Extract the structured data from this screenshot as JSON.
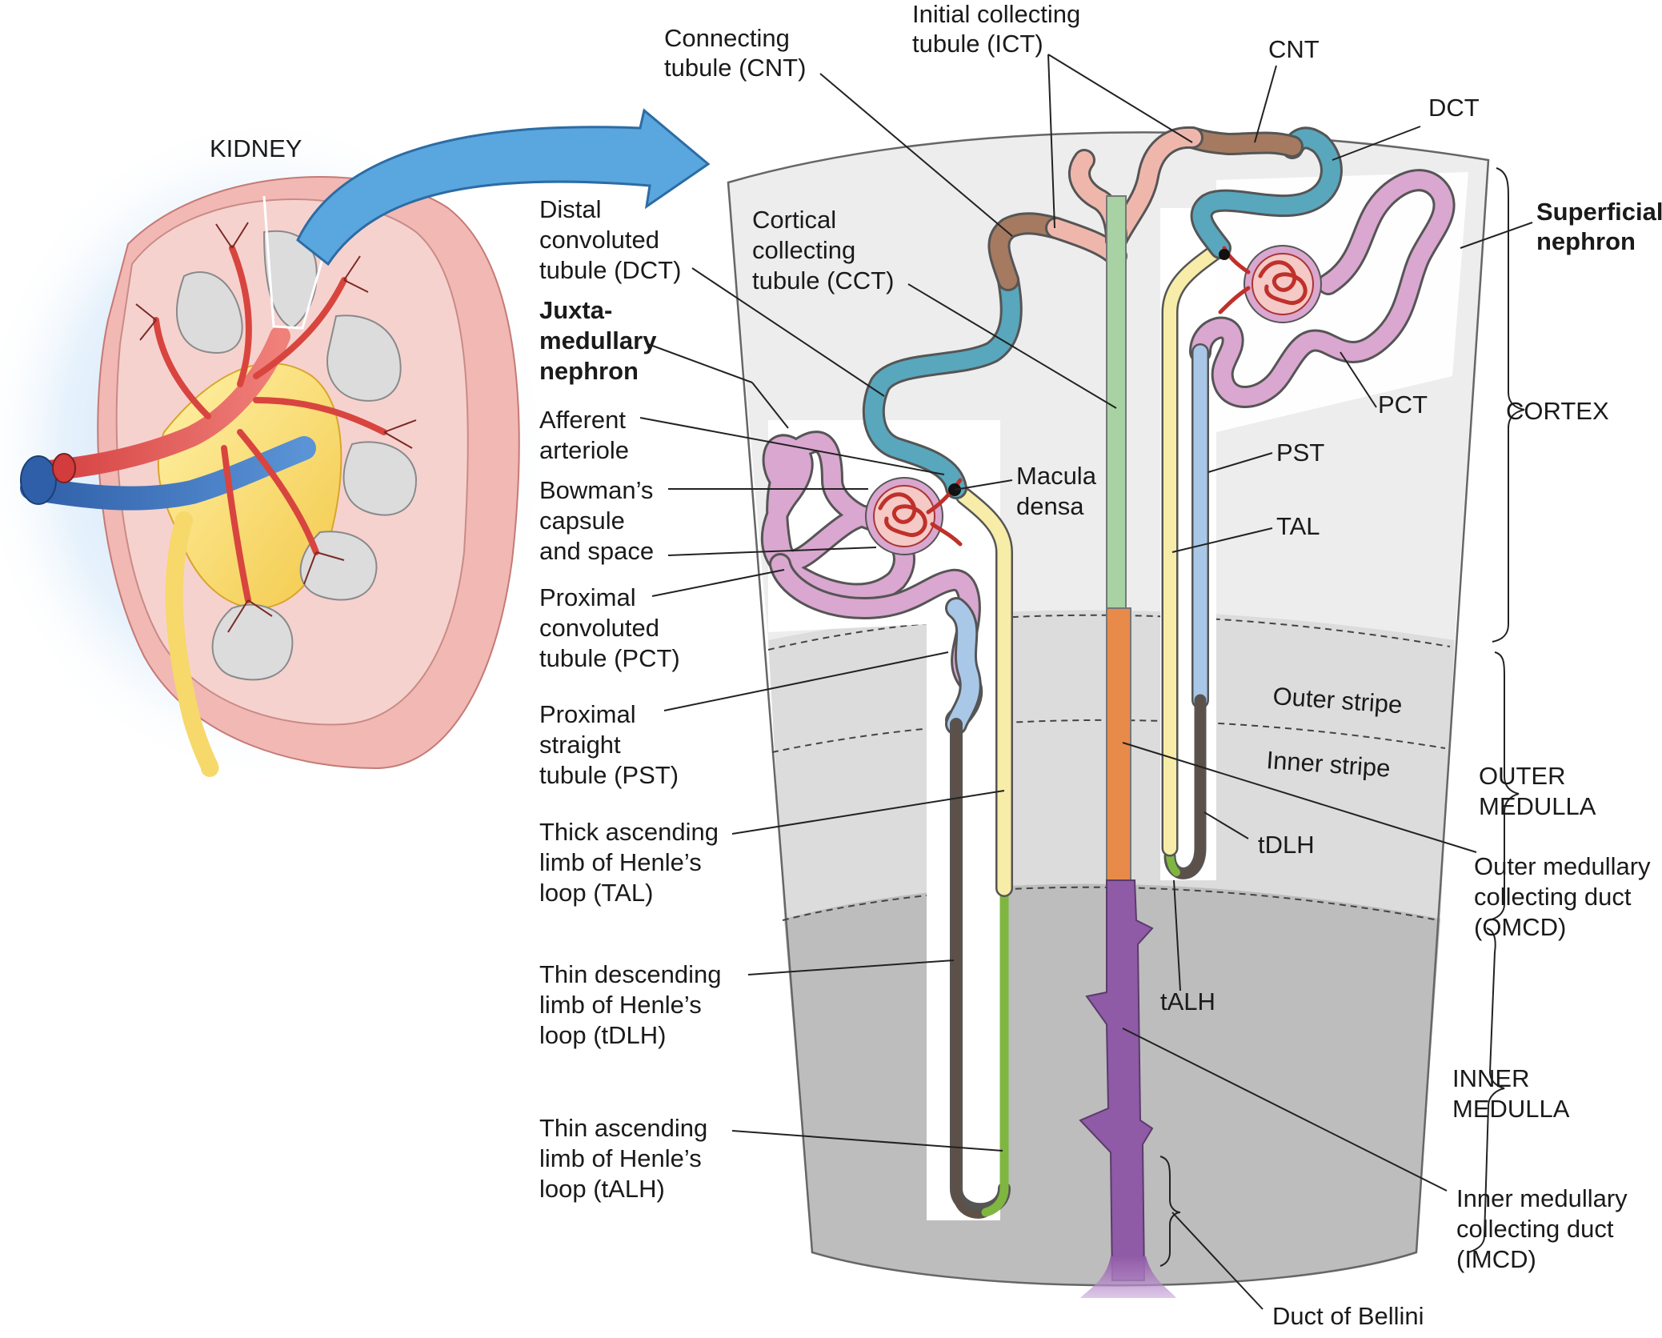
{
  "kidney": {
    "label": "KIDNEY"
  },
  "zones": {
    "cortex": "CORTEX",
    "outer_medulla": [
      "OUTER",
      "MEDULLA"
    ],
    "inner_medulla": [
      "INNER",
      "MEDULLA"
    ],
    "outer_stripe": "Outer stripe",
    "inner_stripe": "Inner stripe"
  },
  "labels": {
    "connecting_tubule": [
      "Connecting",
      "tubule (CNT)"
    ],
    "initial_collecting_tubule": [
      "Initial collecting",
      "tubule (ICT)"
    ],
    "cnt": "CNT",
    "dct": "DCT",
    "superficial_nephron": [
      "Superficial",
      "nephron"
    ],
    "distal_convoluted_tubule": [
      "Distal",
      "convoluted",
      "tubule (DCT)"
    ],
    "cortical_collecting_tubule": [
      "Cortical",
      "collecting",
      "tubule (CCT)"
    ],
    "juxtamedullary_nephron": [
      "Juxta-",
      "medullary",
      "nephron"
    ],
    "afferent_arteriole": [
      "Afferent",
      "arteriole"
    ],
    "bowmans_capsule": [
      "Bowman’s",
      "capsule",
      "and space"
    ],
    "macula_densa": [
      "Macula",
      "densa"
    ],
    "proximal_convoluted_tubule": [
      "Proximal",
      "convoluted",
      "tubule (PCT)"
    ],
    "proximal_straight_tubule": [
      "Proximal",
      "straight",
      "tubule (PST)"
    ],
    "thick_ascending_limb": [
      "Thick ascending",
      "limb of Henle’s",
      "loop (TAL)"
    ],
    "thin_descending_limb": [
      "Thin descending",
      "limb of Henle’s",
      "loop (tDLH)"
    ],
    "thin_ascending_limb": [
      "Thin ascending",
      "limb of Henle’s",
      "loop (tALH)"
    ],
    "pct": "PCT",
    "pst": "PST",
    "tal": "TAL",
    "tdlh": "tDLH",
    "talh": "tALH",
    "omcd": [
      "Outer medullary",
      "collecting duct",
      "(OMCD)"
    ],
    "imcd": [
      "Inner medullary",
      "collecting duct",
      "(IMCD)"
    ],
    "duct_of_bellini": "Duct of Bellini"
  },
  "colors": {
    "pct": "#d9a7cf",
    "pst": "#a9c8e8",
    "tdlh": "#5c5048",
    "talh": "#7fb640",
    "tal": "#f7eca8",
    "dct": "#58a7bd",
    "cnt": "#a57a60",
    "ict": "#efb7ac",
    "cct": "#a8d1a4",
    "omcd": "#e88a4a",
    "imcd": "#8f5aa6",
    "cortex": "#ededed",
    "outer_medulla": "#dcdcdc",
    "inner_medulla": "#bdbdbd",
    "arrow": "#5aa6de",
    "artery": "#e8544c",
    "vein": "#3a73b8"
  }
}
